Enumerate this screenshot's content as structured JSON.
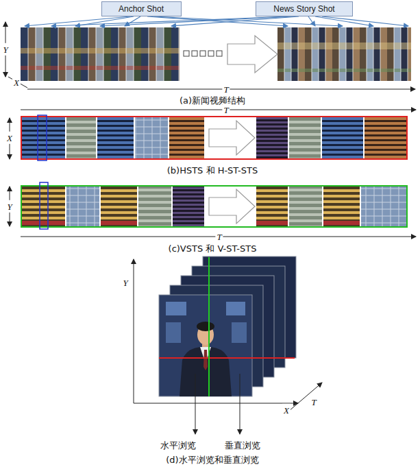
{
  "diagram": {
    "nodes": [
      {
        "text": [
          "Anchor Shot"
        ]
      },
      {
        "text": [
          "News Story Shot"
        ]
      }
    ],
    "labels": [
      "Y",
      "X",
      "T",
      "(a)新闻视频结构",
      "T",
      "X",
      "(b)HSTS 和 H-ST-STS",
      "Y",
      "T",
      "(c)VSTS 和 V-ST-STS",
      "Y",
      "X",
      "T",
      "水平浏览",
      "垂直浏览",
      "(d)水平浏览和垂直浏览"
    ]
  }
}
